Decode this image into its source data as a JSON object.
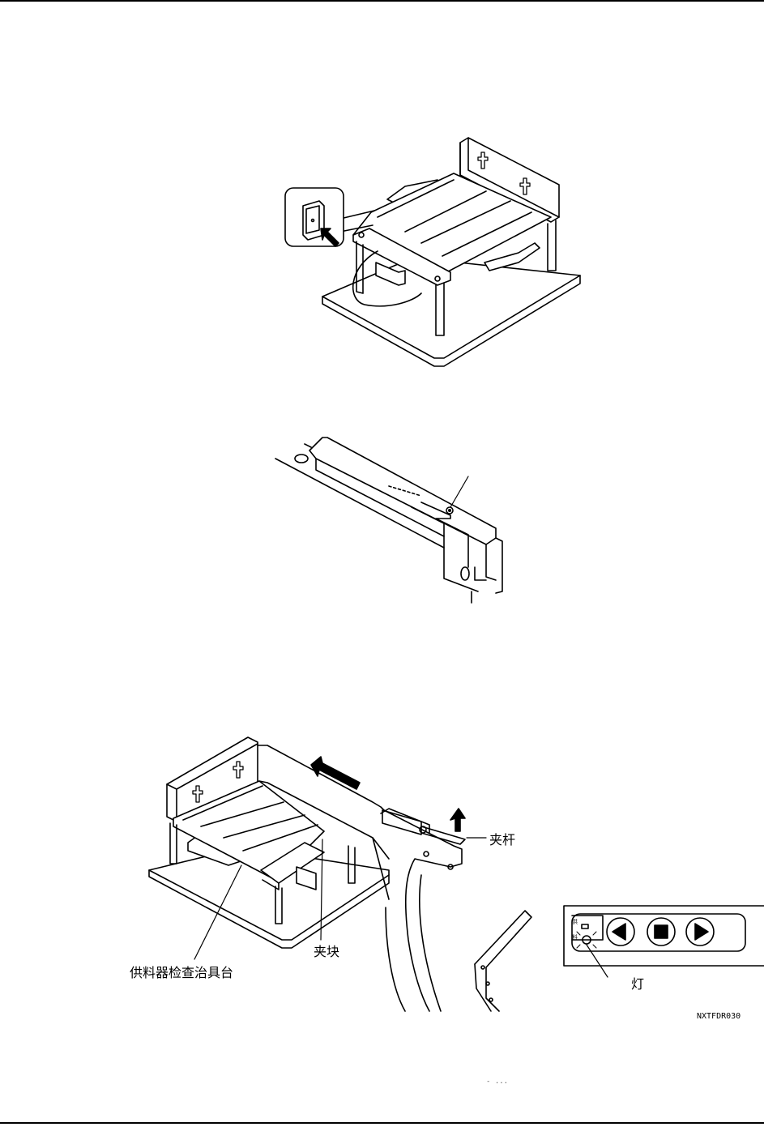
{
  "figure3": {
    "labels": {
      "clamp_lever": "夹杆",
      "clamp_block": "夹块",
      "feeder_stand": "供料器检查治具台",
      "lamp": "灯"
    },
    "panel": {
      "indicator_top": "供",
      "indicator_bottom": "料"
    },
    "code": "NXTFDR030"
  },
  "footer": {
    "fragment": "- ..."
  }
}
